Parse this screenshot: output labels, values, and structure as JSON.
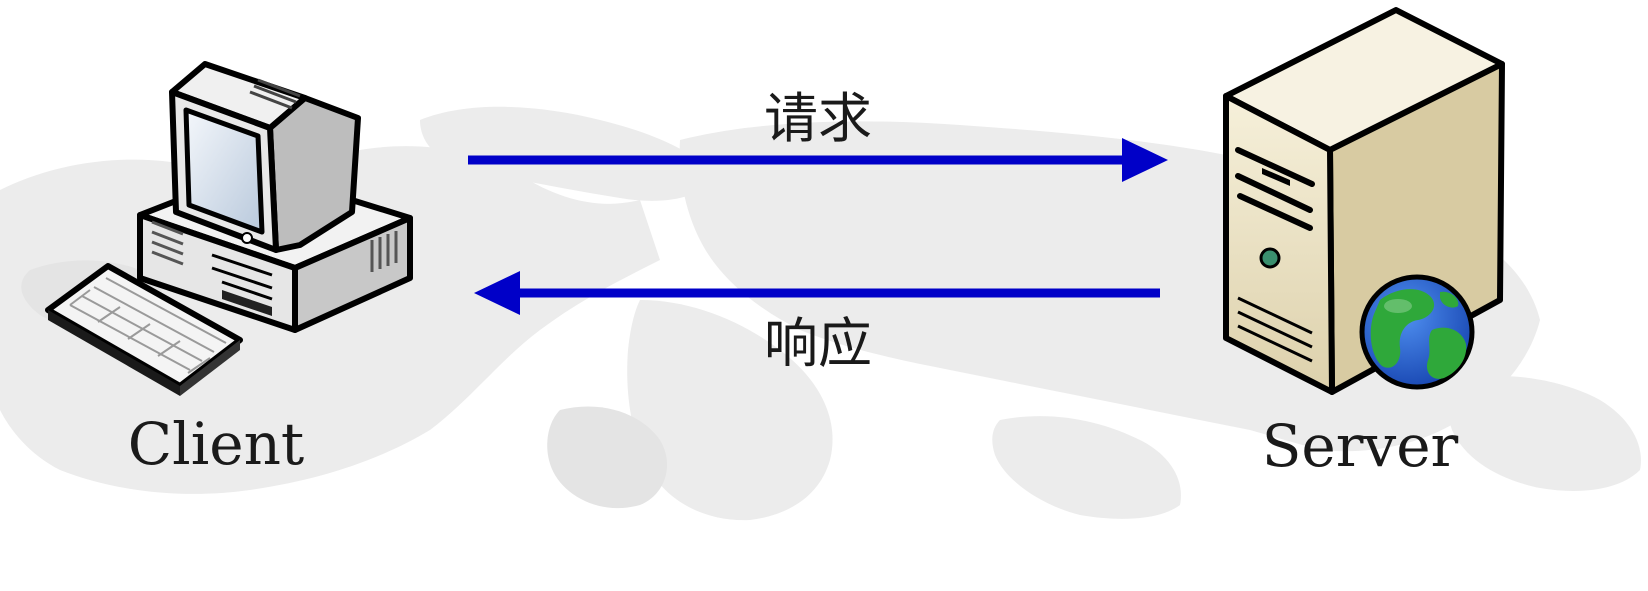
{
  "nodes": {
    "client": {
      "label": "Client",
      "icon": "desktop-computer-icon"
    },
    "server": {
      "label": "Server",
      "icon": "server-tower-globe-icon"
    }
  },
  "edges": {
    "request": {
      "label": "请求",
      "direction": "client-to-server"
    },
    "response": {
      "label": "响应",
      "direction": "server-to-client"
    }
  },
  "colors": {
    "arrow": "#0000c8",
    "map_background": "#ebebeb",
    "server_body": "#ede4c8",
    "server_side": "#d6c9a0",
    "globe_ocean": "#1f5fd8",
    "globe_land": "#2fa83a"
  }
}
